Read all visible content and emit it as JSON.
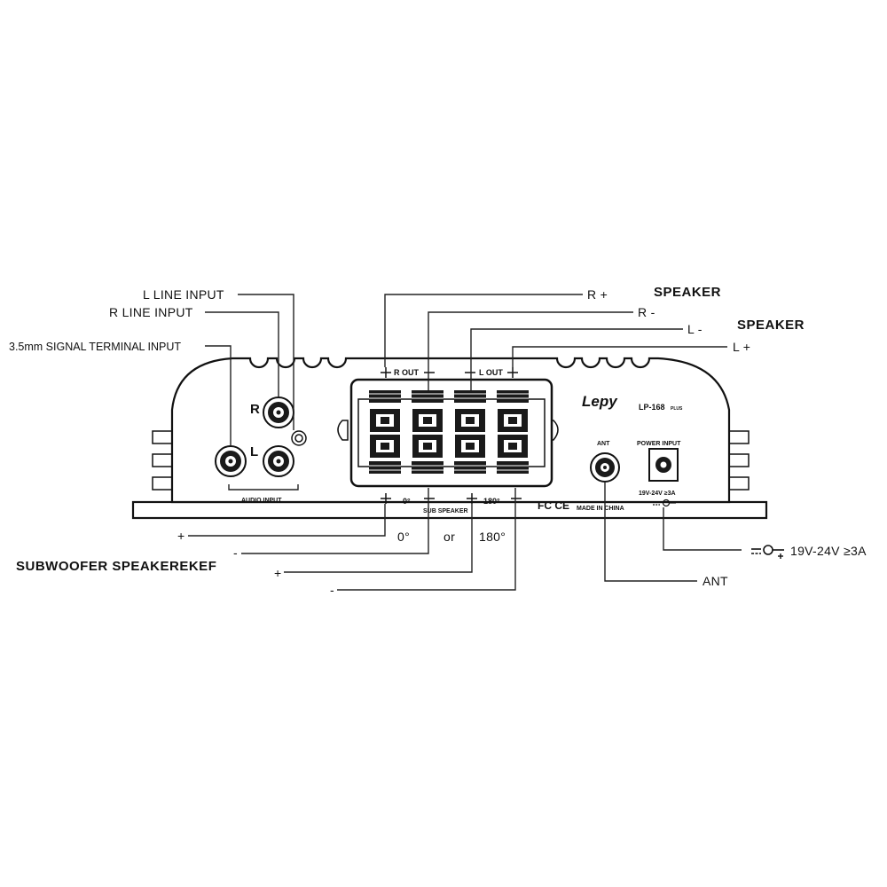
{
  "labels": {
    "l_line_input": "L LINE INPUT",
    "r_line_input": "R LINE INPUT",
    "signal_terminal": "3.5mm SIGNAL TERMINAL INPUT",
    "r_plus": "R +",
    "r_minus": "R -",
    "l_minus": "L -",
    "l_plus": "L +",
    "speaker_1": "SPEAKER",
    "speaker_2": "SPEAKER",
    "subwoofer": "SUBWOOFER  SPEAKEREKEF",
    "sub_plus_0": "+",
    "sub_minus_0": "-",
    "sub_plus_180": "+",
    "sub_minus_180": "-",
    "zero_deg": "0°",
    "or": "or",
    "one_eighty": "180°",
    "ant": "ANT",
    "power_spec": "19V-24V ≥3A"
  },
  "panel": {
    "r_out": "R OUT",
    "l_out": "L OUT",
    "brand": "Lepy",
    "model": "LP-168",
    "model_suffix": "PLUS",
    "ant": "ANT",
    "power_input": "POWER INPUT",
    "power_spec": "19V-24V ≥3A",
    "audio_input": "AUDIO INPUT",
    "r": "R",
    "l": "L",
    "sub_speaker": "SUB SPEAKER",
    "zero": "0°",
    "one_eighty": "180°",
    "fc_ce": "FC CE",
    "made_in": "MADE IN CHINA"
  }
}
